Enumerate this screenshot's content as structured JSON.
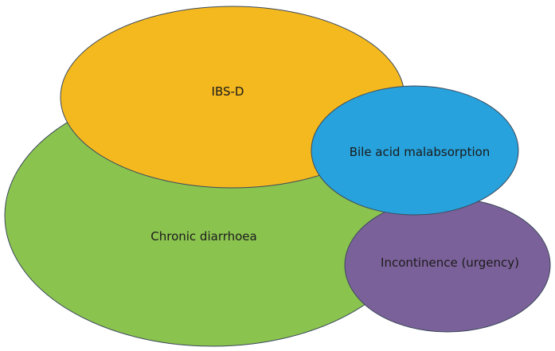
{
  "diagram": {
    "nodes": [
      {
        "id": "chronic",
        "label": "Chronic diarrhoea",
        "color": "#8BC34F"
      },
      {
        "id": "ibsd",
        "label": "IBS-D",
        "color": "#F4B91E"
      },
      {
        "id": "incontinence",
        "label": "Incontinence (urgency)",
        "color": "#7B6199"
      },
      {
        "id": "bile",
        "label": "Bile acid malabsorption",
        "color": "#27A2DC"
      }
    ]
  }
}
